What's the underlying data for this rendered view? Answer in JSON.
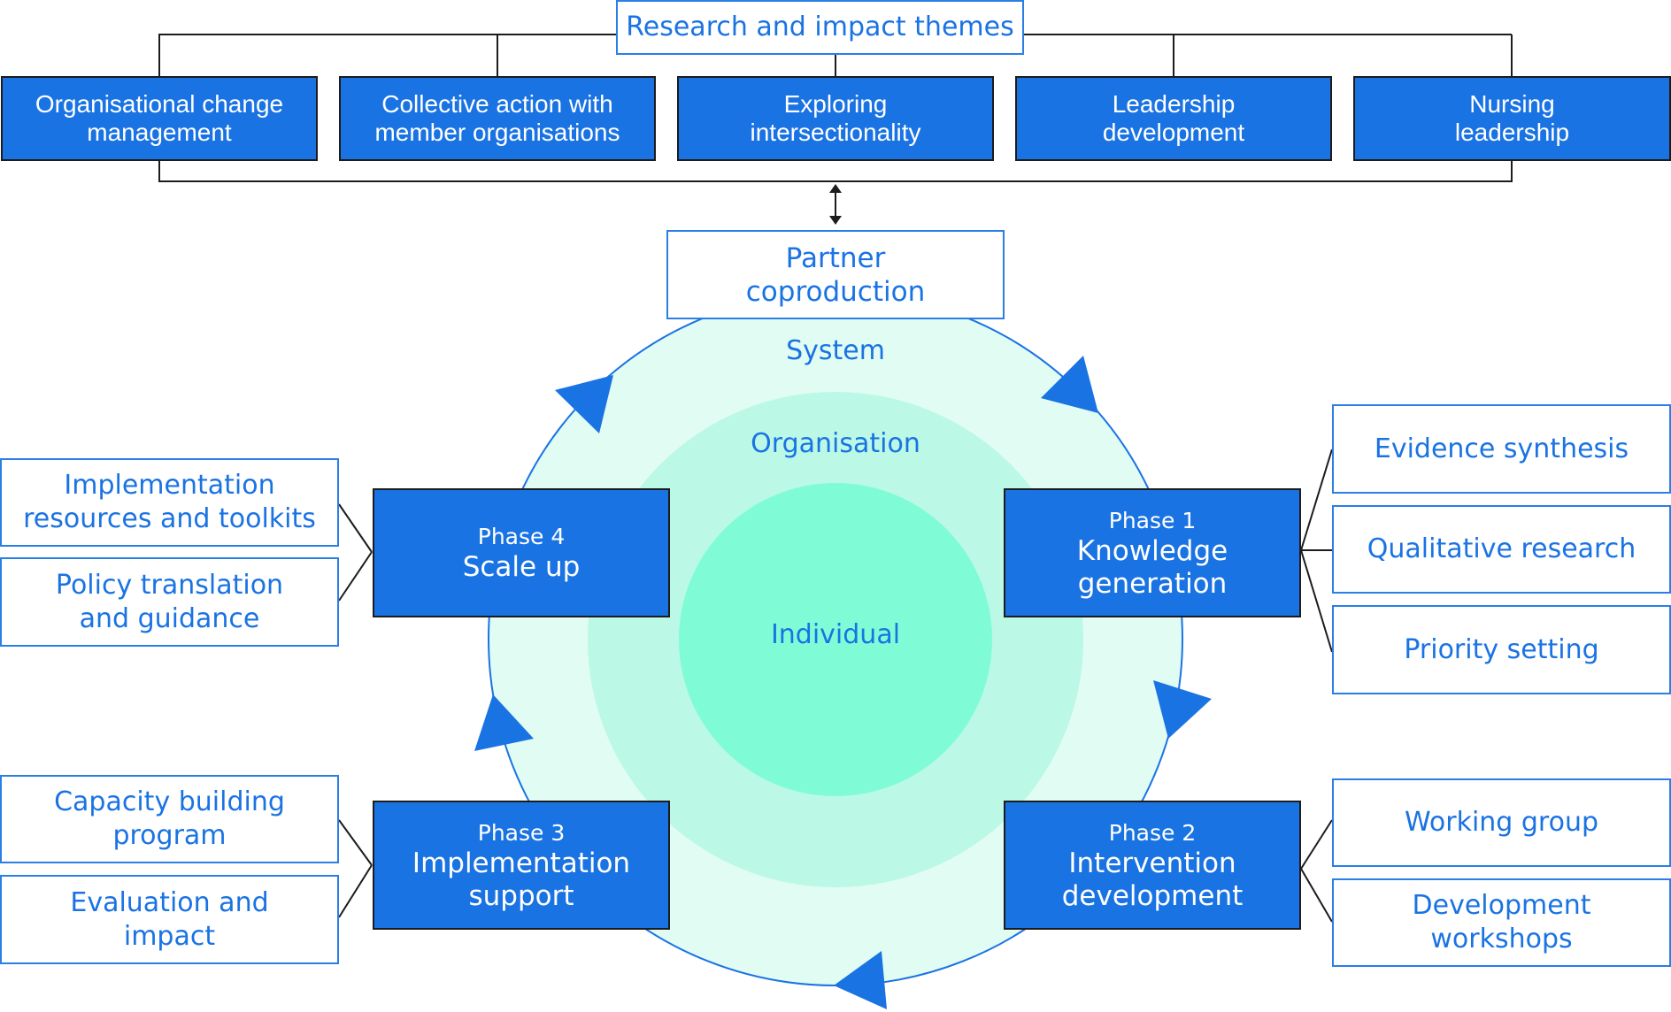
{
  "header": {
    "title": "Research and impact themes"
  },
  "themes": [
    {
      "line1": "Organisational change",
      "line2": "management"
    },
    {
      "line1": "Collective action with",
      "line2": "member organisations"
    },
    {
      "line1": "Exploring",
      "line2": "intersectionality"
    },
    {
      "line1": "Leadership",
      "line2": "development"
    },
    {
      "line1": "Nursing",
      "line2": "leadership"
    }
  ],
  "partner": {
    "line1": "Partner",
    "line2": "coproduction"
  },
  "levels": {
    "outer": "System",
    "middle": "Organisation",
    "inner": "Individual"
  },
  "phases": [
    {
      "number": "Phase 1",
      "line1": "Knowledge",
      "line2": "generation",
      "activities": [
        {
          "line1": "Evidence synthesis",
          "line2": ""
        },
        {
          "line1": "Qualitative research",
          "line2": ""
        },
        {
          "line1": "Priority setting",
          "line2": ""
        }
      ]
    },
    {
      "number": "Phase 2",
      "line1": "Intervention",
      "line2": "development",
      "activities": [
        {
          "line1": "Working group",
          "line2": ""
        },
        {
          "line1": "Development",
          "line2": "workshops"
        }
      ]
    },
    {
      "number": "Phase 3",
      "line1": "Implementation",
      "line2": "support",
      "activities": [
        {
          "line1": "Capacity building",
          "line2": "program"
        },
        {
          "line1": "Evaluation and",
          "line2": "impact"
        }
      ]
    },
    {
      "number": "Phase 4",
      "line1": "Scale up",
      "line2": "",
      "activities": [
        {
          "line1": "Implementation",
          "line2": "resources and toolkits"
        },
        {
          "line1": "Policy translation",
          "line2": "and guidance"
        }
      ]
    }
  ],
  "colors": {
    "primary_blue": "#1a73e3",
    "outer_ring": "#e0fcf3",
    "middle_ring": "#bbf8e6",
    "inner_ring": "#7ffcd6",
    "connector": "#1c1c1c"
  }
}
